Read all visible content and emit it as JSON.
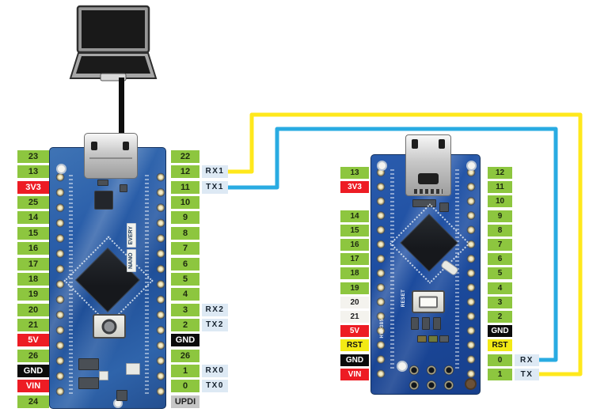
{
  "colors": {
    "pin_green": "#8dc63f",
    "pin_red": "#ed1c24",
    "pin_black": "#0b0b0b",
    "pin_yellow": "#f3ea15",
    "pin_gray": "#c6c6c6",
    "pin_white": "#f4f3ee",
    "serial_label_bg": "#dde9f4",
    "wire_yellow": "#ffe81c",
    "wire_blue": "#29abe2",
    "pcb_blue_left": "#2a5ea9",
    "pcb_blue_right": "#1d4da0"
  },
  "left_board": {
    "silkscreen": {
      "line1": "NANO",
      "line2": "EVERY"
    },
    "left_pins": [
      {
        "t": "23",
        "c": "green"
      },
      {
        "t": "13",
        "c": "green"
      },
      {
        "t": "3V3",
        "c": "red"
      },
      {
        "t": "25",
        "c": "green"
      },
      {
        "t": "14",
        "c": "green"
      },
      {
        "t": "15",
        "c": "green"
      },
      {
        "t": "16",
        "c": "green"
      },
      {
        "t": "17",
        "c": "green"
      },
      {
        "t": "18",
        "c": "green"
      },
      {
        "t": "19",
        "c": "green"
      },
      {
        "t": "20",
        "c": "green"
      },
      {
        "t": "21",
        "c": "green"
      },
      {
        "t": "5V",
        "c": "red"
      },
      {
        "t": "26",
        "c": "green"
      },
      {
        "t": "GND",
        "c": "black"
      },
      {
        "t": "VIN",
        "c": "red"
      },
      {
        "t": "24",
        "c": "green"
      }
    ],
    "right_pins": [
      {
        "t": "22",
        "c": "green"
      },
      {
        "t": "12",
        "c": "green"
      },
      {
        "t": "11",
        "c": "green"
      },
      {
        "t": "10",
        "c": "green"
      },
      {
        "t": "9",
        "c": "green"
      },
      {
        "t": "8",
        "c": "green"
      },
      {
        "t": "7",
        "c": "green"
      },
      {
        "t": "6",
        "c": "green"
      },
      {
        "t": "5",
        "c": "green"
      },
      {
        "t": "4",
        "c": "green"
      },
      {
        "t": "3",
        "c": "green"
      },
      {
        "t": "2",
        "c": "green"
      },
      {
        "t": "GND",
        "c": "black"
      },
      {
        "t": "26",
        "c": "green"
      },
      {
        "t": "1",
        "c": "green"
      },
      {
        "t": "0",
        "c": "green"
      },
      {
        "t": "UPDI",
        "c": "gray"
      }
    ],
    "side_labels": [
      {
        "r": 1,
        "t": "RX1"
      },
      {
        "r": 2,
        "t": "TX1"
      },
      {
        "r": 10,
        "t": "RX2"
      },
      {
        "r": 11,
        "t": "TX2"
      },
      {
        "r": 14,
        "t": "RX0"
      },
      {
        "r": 15,
        "t": "TX0"
      }
    ]
  },
  "right_board": {
    "silkscreen": {
      "model": "HW-385",
      "reset": "RESET"
    },
    "left_pins": [
      {
        "t": "13",
        "c": "green"
      },
      {
        "t": "3V3",
        "c": "red"
      },
      null,
      {
        "t": "14",
        "c": "green"
      },
      {
        "t": "15",
        "c": "green"
      },
      {
        "t": "16",
        "c": "green"
      },
      {
        "t": "17",
        "c": "green"
      },
      {
        "t": "18",
        "c": "green"
      },
      {
        "t": "19",
        "c": "green"
      },
      {
        "t": "20",
        "c": "white"
      },
      {
        "t": "21",
        "c": "white"
      },
      {
        "t": "5V",
        "c": "red"
      },
      {
        "t": "RST",
        "c": "yellow"
      },
      {
        "t": "GND",
        "c": "black"
      },
      {
        "t": "VIN",
        "c": "red"
      }
    ],
    "right_pins": [
      {
        "t": "12",
        "c": "green"
      },
      {
        "t": "11",
        "c": "green"
      },
      {
        "t": "10",
        "c": "green"
      },
      {
        "t": "9",
        "c": "green"
      },
      {
        "t": "8",
        "c": "green"
      },
      {
        "t": "7",
        "c": "green"
      },
      {
        "t": "6",
        "c": "green"
      },
      {
        "t": "5",
        "c": "green"
      },
      {
        "t": "4",
        "c": "green"
      },
      {
        "t": "3",
        "c": "green"
      },
      {
        "t": "2",
        "c": "green"
      },
      {
        "t": "GND",
        "c": "black"
      },
      {
        "t": "RST",
        "c": "yellow"
      },
      {
        "t": "0",
        "c": "green"
      },
      {
        "t": "1",
        "c": "green"
      }
    ],
    "side_labels": [
      {
        "r": 13,
        "t": "RX"
      },
      {
        "r": 14,
        "t": "TX"
      }
    ]
  },
  "wires": [
    {
      "name": "wire-rx1-to-tx",
      "color": "#ffe81c",
      "from": "RX1",
      "to": "TX"
    },
    {
      "name": "wire-tx1-to-rx",
      "color": "#29abe2",
      "from": "TX1",
      "to": "RX"
    }
  ]
}
